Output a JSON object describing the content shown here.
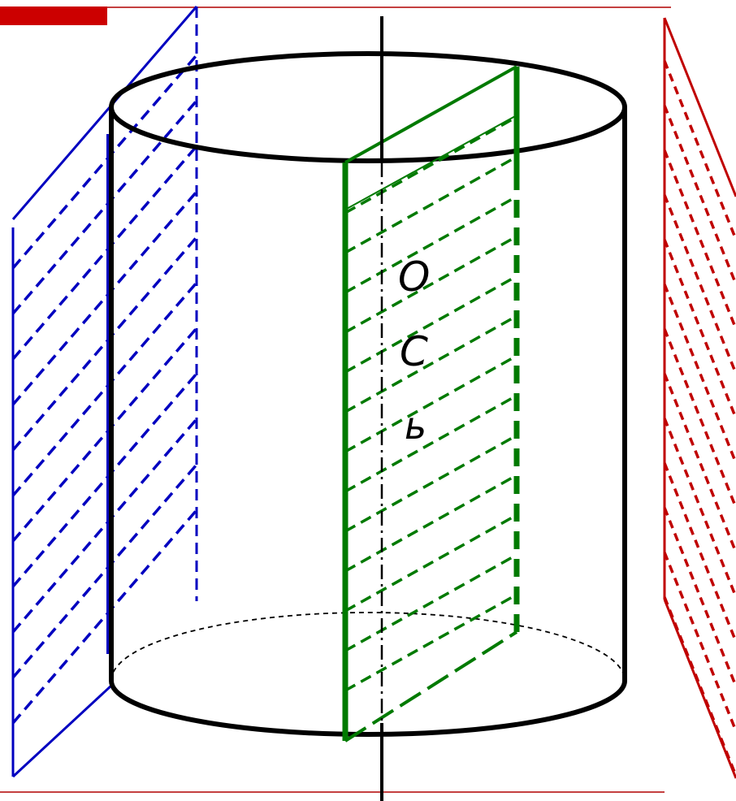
{
  "diagram": {
    "labels": {
      "axis_top": "O",
      "axis_middle": "C",
      "axis_bottom": "ь"
    },
    "colors": {
      "cylinder": "#000000",
      "axial_section": "#007a00",
      "left_tangent_plane": "#0000c0",
      "right_plane": "#c00000",
      "accent_bar": "#cc0000",
      "frame_lines": "#b00000"
    }
  }
}
